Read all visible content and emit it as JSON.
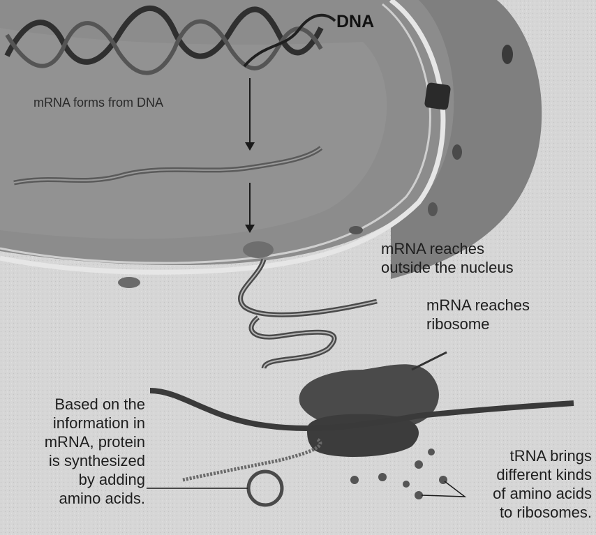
{
  "labels": {
    "dna": "DNA",
    "mrna_forms": "mRNA forms from DNA",
    "outside_nucleus": [
      "mRNA reaches",
      "outside the nucleus"
    ],
    "reaches_ribosome": [
      "mRNA reaches",
      "ribosome"
    ],
    "protein_synthesis": [
      "Based on the",
      "information in",
      "mRNA, protein",
      "is synthesized",
      "by adding",
      "amino acids."
    ],
    "trna": [
      "tRNA brings",
      "different kinds",
      "of amino acids",
      "to ribosomes."
    ]
  }
}
